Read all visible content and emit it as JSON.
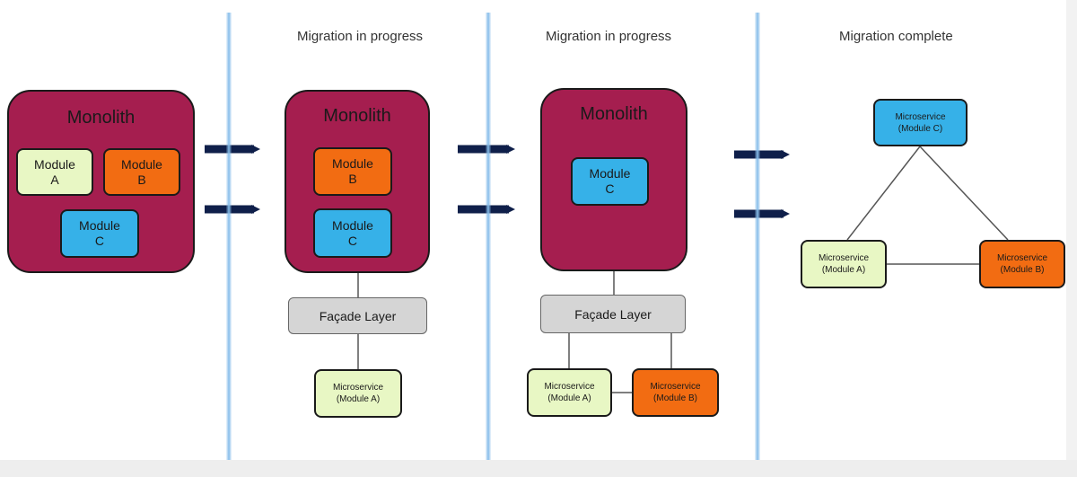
{
  "stages": [
    {
      "title": "",
      "monolith": {
        "title": "Monolith",
        "modules": [
          "Module\nA",
          "Module\nB",
          "Module\nC"
        ]
      }
    },
    {
      "title": "Migration in progress",
      "monolith": {
        "title": "Monolith",
        "modules": [
          "Module\nB",
          "Module\nC"
        ]
      },
      "facade": "Façade Layer",
      "microservices": [
        "Microservice\n(Module A)"
      ]
    },
    {
      "title": "Migration in progress",
      "monolith": {
        "title": "Monolith",
        "modules": [
          "Module\nC"
        ]
      },
      "facade": "Façade Layer",
      "microservices": [
        "Microservice\n(Module A)",
        "Microservice\n(Module B)"
      ]
    },
    {
      "title": "Migration complete",
      "microservices": [
        "Microservice\n(Module C)",
        "Microservice\n(Module A)",
        "Microservice\n(Module B)"
      ]
    }
  ],
  "colors": {
    "monolith": "#a51e4f",
    "module_a": "#e8f7c4",
    "module_b": "#f26c12",
    "module_c": "#36b1e8",
    "facade": "#d5d5d5",
    "arrow": "#0f1f4a",
    "divider": "#86bdea"
  }
}
